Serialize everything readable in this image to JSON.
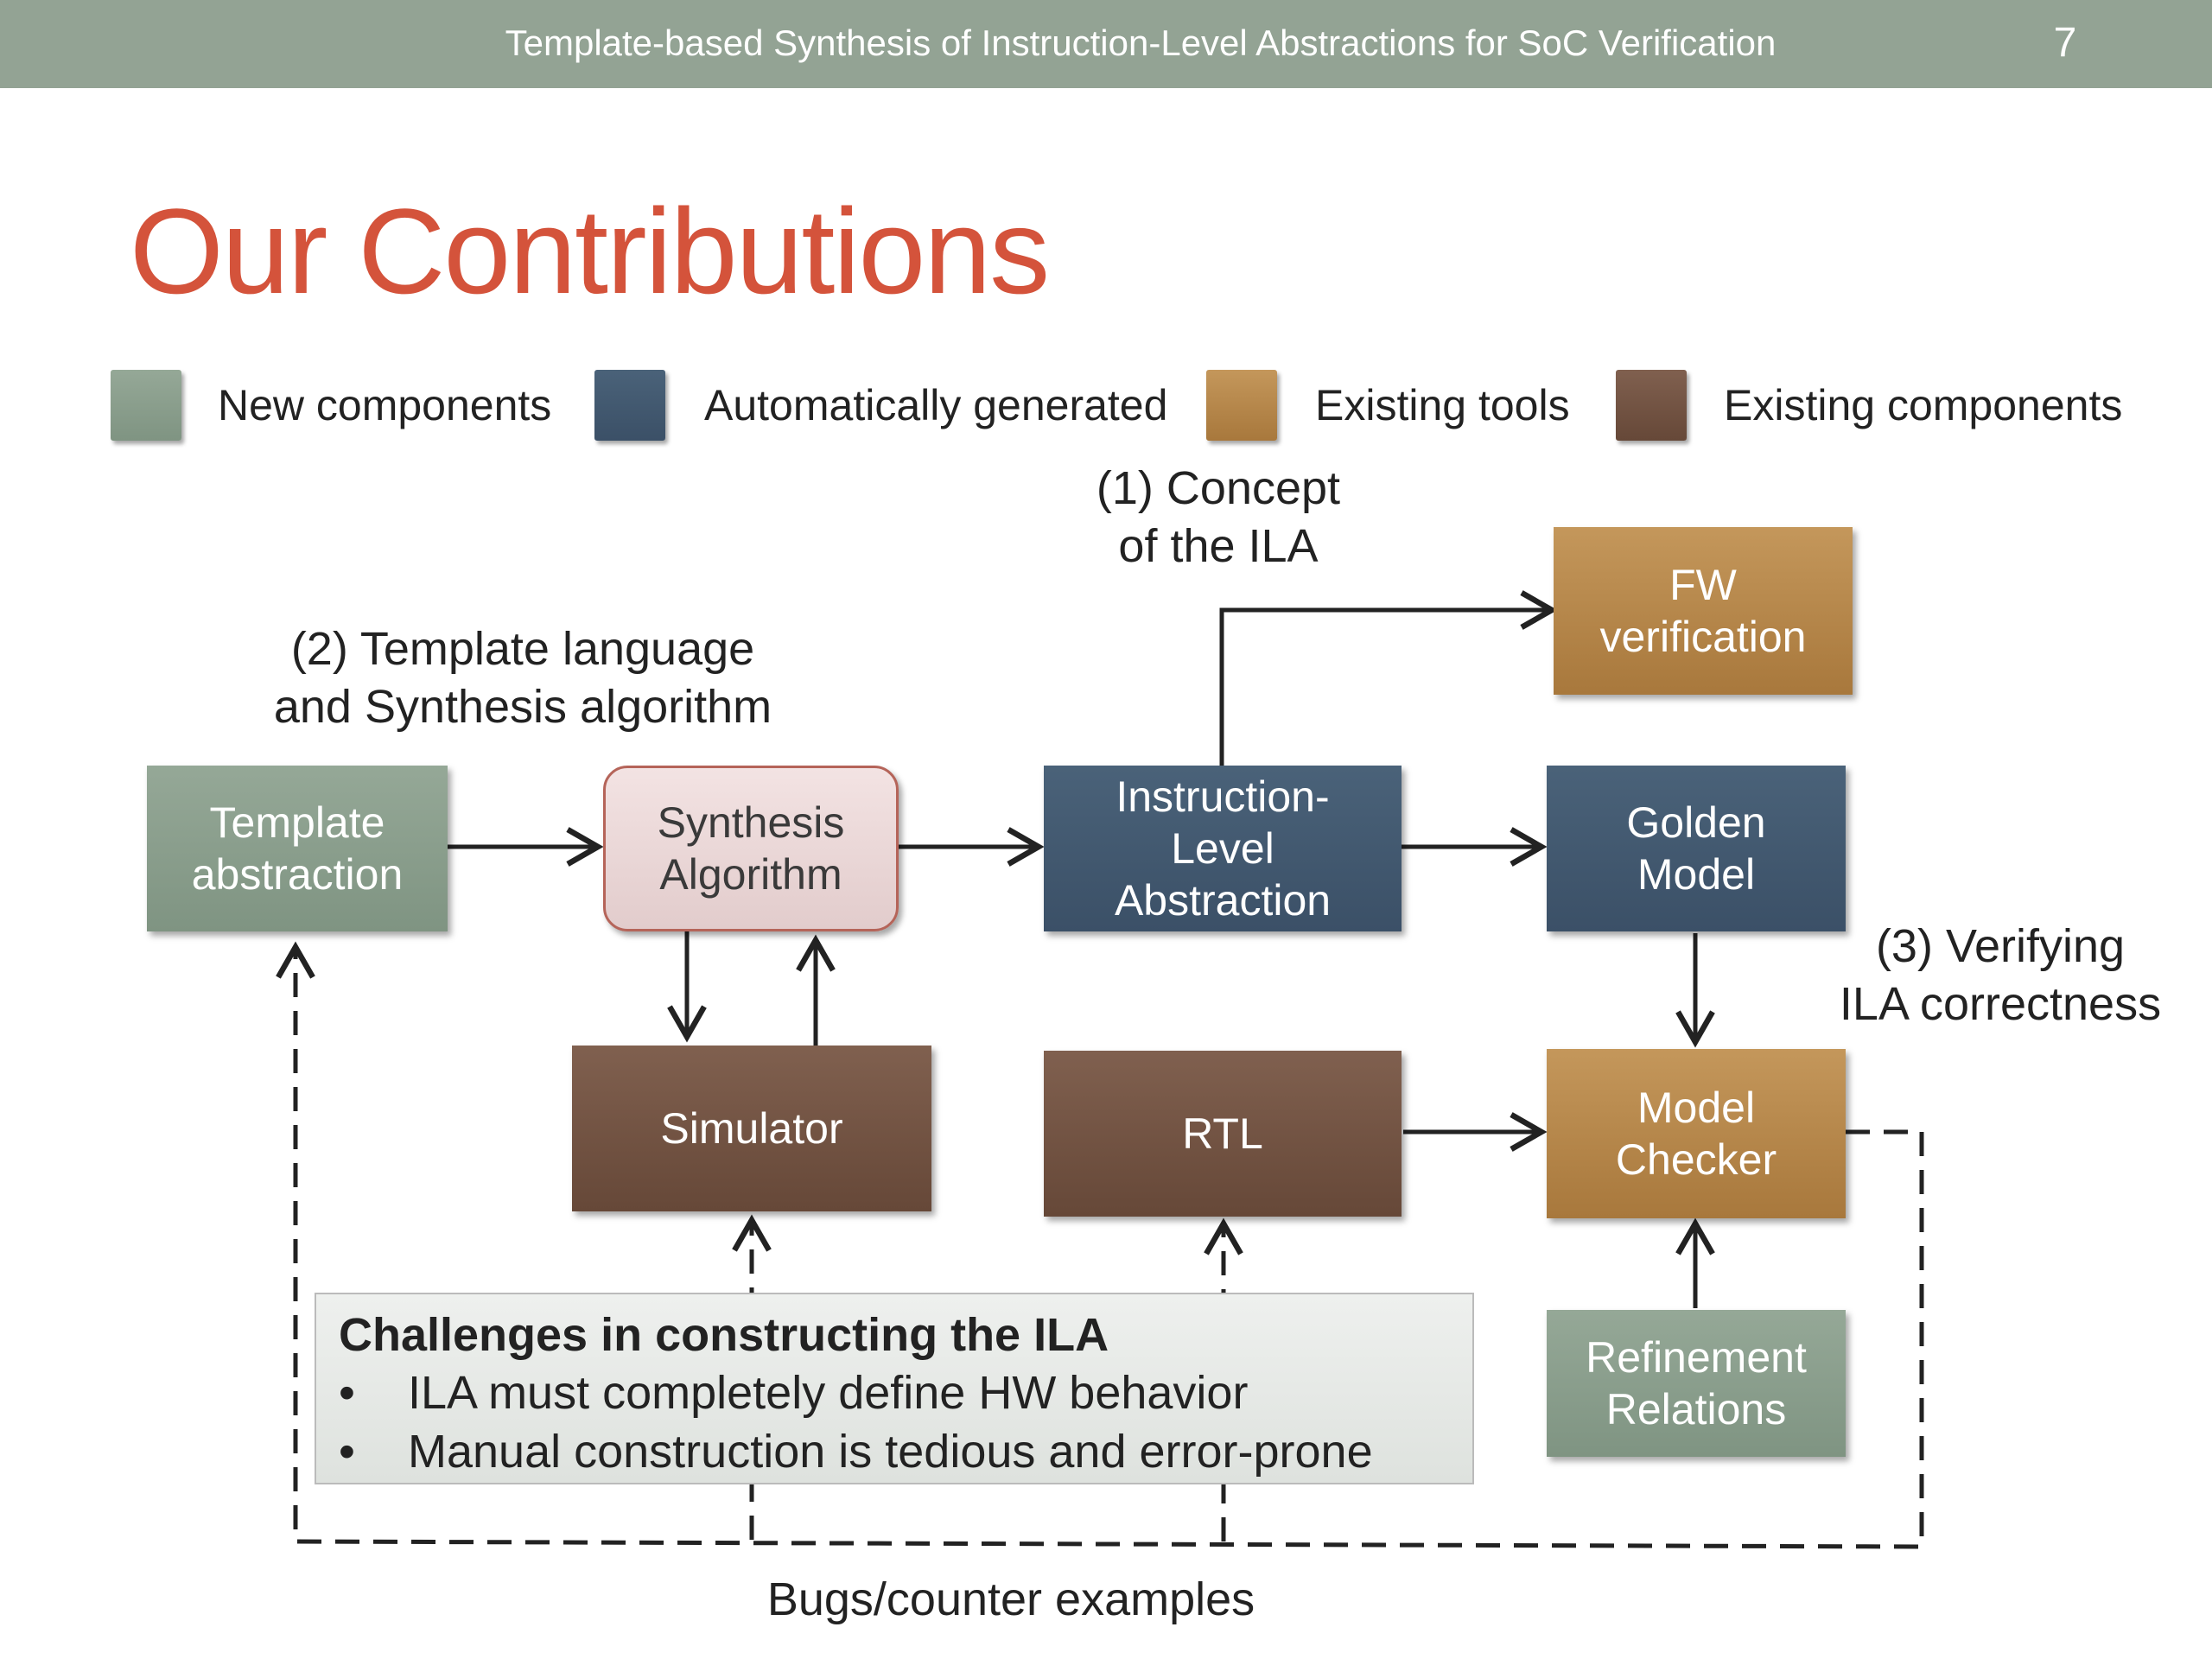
{
  "header": {
    "title": "Template-based Synthesis of Instruction-Level Abstractions for SoC Verification",
    "page_number": "7"
  },
  "slide": {
    "title": "Our Contributions"
  },
  "legend": [
    {
      "label": "New components",
      "color": "#8a9e8c"
    },
    {
      "label": "Automatically generated",
      "color": "#42596f"
    },
    {
      "label": "Existing tools",
      "color": "#b8884a"
    },
    {
      "label": "Existing components",
      "color": "#735443"
    }
  ],
  "annotations": {
    "concept_line1": "(1) Concept",
    "concept_line2": "of the ILA",
    "template_line1": "(2) Template language",
    "template_line2": "and Synthesis algorithm",
    "verify_line1": "(3) Verifying",
    "verify_line2": "ILA correctness",
    "bugs": "Bugs/counter examples"
  },
  "nodes": {
    "template": [
      "Template",
      "abstraction"
    ],
    "synthesis": [
      "Synthesis",
      "Algorithm"
    ],
    "ila": [
      "Instruction-",
      "Level",
      "Abstraction"
    ],
    "fw": [
      "FW",
      "verification"
    ],
    "golden": [
      "Golden",
      "Model"
    ],
    "simulator": [
      "Simulator"
    ],
    "rtl": [
      "RTL"
    ],
    "checker": [
      "Model",
      "Checker"
    ],
    "refinement": [
      "Refinement",
      "Relations"
    ]
  },
  "challenges": {
    "title": "Challenges in constructing the ILA",
    "bullet_char": "•",
    "items": [
      "ILA must completely define HW behavior",
      "Manual construction is tedious and error-prone"
    ]
  }
}
